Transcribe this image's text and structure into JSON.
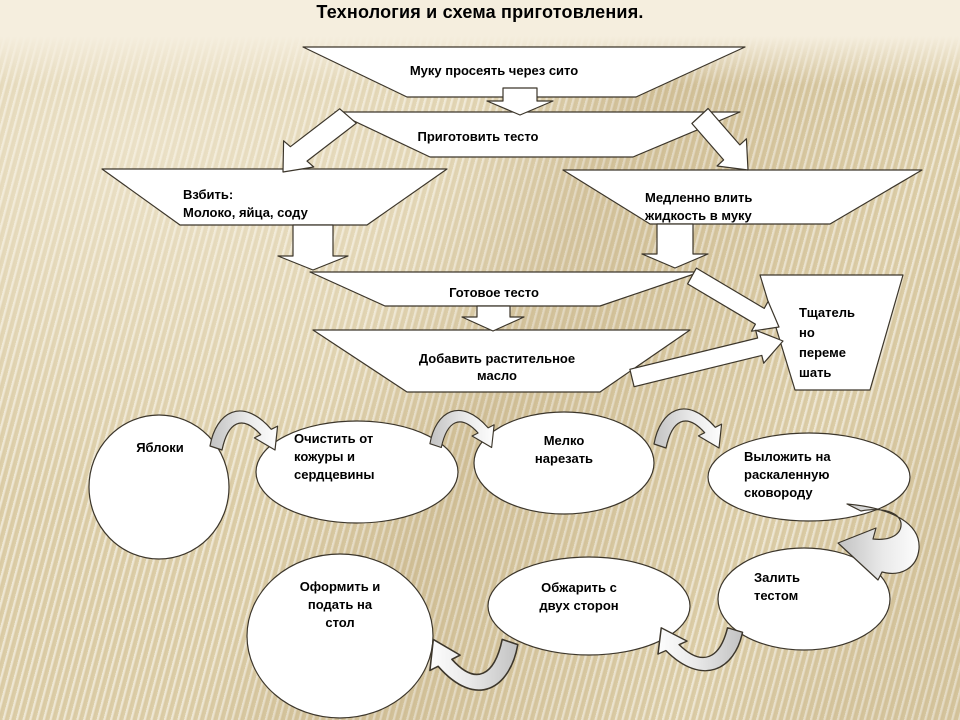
{
  "slide": {
    "title": "Технология и схема приготовления."
  },
  "colors": {
    "background": "#ddcfa9",
    "background_top_strip": "#f5eede",
    "shape_fill": "#ffffff",
    "shape_outline": "#3c362b",
    "curved_arrow_gray": "#c6c6c6",
    "text": "#000000"
  },
  "diagram": {
    "trapezoids": [
      {
        "name": "sift-flour",
        "lines": [
          "Муку просеять через сито"
        ]
      },
      {
        "name": "prepare-dough",
        "lines": [
          "Приготовить тесто"
        ]
      },
      {
        "name": "beat-ingredients",
        "lines": [
          "Взбить:",
          "Молоко, яйца, соду"
        ]
      },
      {
        "name": "pour-liquid",
        "lines": [
          "Медленно влить",
          "жидкость в муку"
        ]
      },
      {
        "name": "ready-dough",
        "lines": [
          "Готовое тесто"
        ]
      },
      {
        "name": "add-oil",
        "lines": [
          "Добавить растительное",
          "масло"
        ]
      },
      {
        "name": "mix-thoroughly",
        "lines": [
          "Тщатель",
          "но",
          "переме",
          "шать"
        ]
      }
    ],
    "ellipses": [
      {
        "name": "apples",
        "lines": [
          "Яблоки"
        ]
      },
      {
        "name": "peel-core",
        "lines": [
          "Очистить от",
          "кожуры и",
          "сердцевины"
        ]
      },
      {
        "name": "chop-finely",
        "lines": [
          "Мелко",
          "нарезать"
        ]
      },
      {
        "name": "put-on-hot-pan",
        "lines": [
          "Выложить на",
          "раскаленную",
          "сковороду"
        ]
      },
      {
        "name": "pour-batter",
        "lines": [
          "Залить",
          "тестом"
        ]
      },
      {
        "name": "fry-both-sides",
        "lines": [
          "Обжарить с",
          "двух сторон"
        ]
      },
      {
        "name": "serve",
        "lines": [
          "Оформить и",
          "подать на",
          "стол"
        ]
      }
    ]
  }
}
